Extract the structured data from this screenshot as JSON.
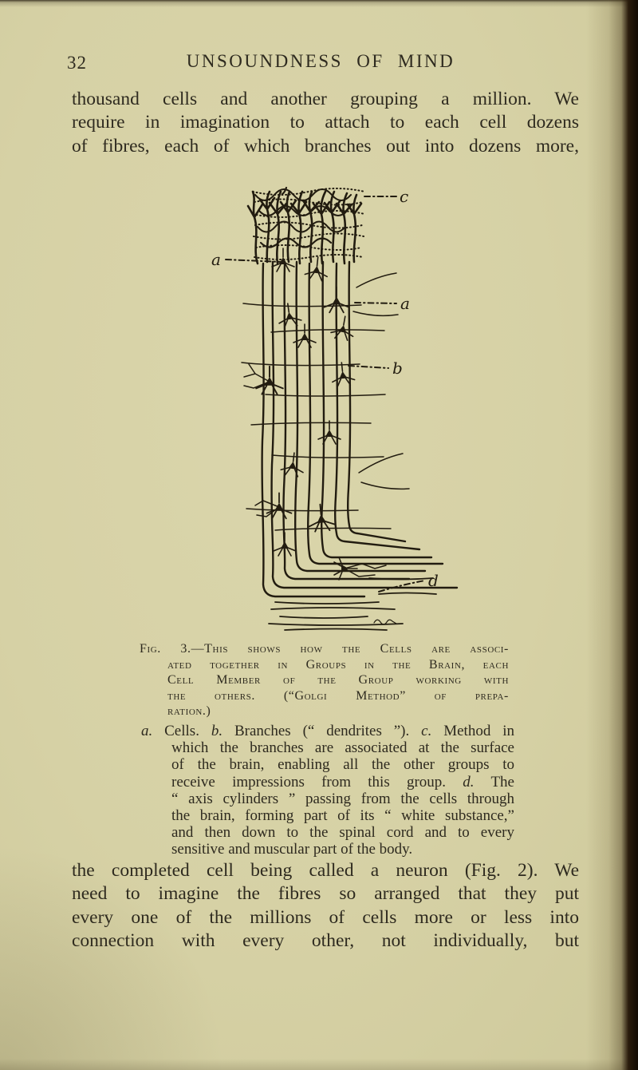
{
  "header": {
    "page_number": "32",
    "running_title": "UNSOUNDNESS OF MIND"
  },
  "paragraph_top": {
    "lines": [
      "thousand cells and another grouping a million.  We",
      "require in imagination to attach to each cell dozens",
      "of fibres, each of which branches out into dozens more,"
    ]
  },
  "figure": {
    "labels": {
      "a_left": "a",
      "a_right": "a",
      "b": "b",
      "c": "c",
      "d": "d"
    },
    "caption_lines": [
      "Fig. 3.—This shows how the Cells are associ-",
      "ated together in Groups in the Brain, each",
      "Cell Member of the Group working with",
      "the others.  (“Golgi Method” of prepa-",
      "ration.)"
    ],
    "legend": {
      "line1": [
        {
          "t": "a."
        },
        {
          "t": " Cells.  "
        },
        {
          "t": "b."
        },
        {
          "t": " Branches (“ dendrites ”).  "
        },
        {
          "t": "c."
        },
        {
          "t": " Method in"
        }
      ],
      "line2": "which the branches are associated at the surface",
      "line3": "of the brain, enabling all the other groups to",
      "line4": [
        {
          "t": "receive impressions from this group.  "
        },
        {
          "t": "d."
        },
        {
          "t": " The"
        }
      ],
      "line5": "“ axis cylinders ” passing from the cells through",
      "line6": "the brain, forming part of its “ white substance,”",
      "line7": "and then down to the spinal cord and to every",
      "line8": "sensitive and muscular part of the body."
    }
  },
  "paragraph_bottom": {
    "lines": [
      "the completed cell being called a neuron (Fig. 2).  We",
      "need to imagine the fibres so arranged that they put",
      "every one of the millions of cells more or less into",
      "connection with every other, not individually, but"
    ]
  },
  "colors": {
    "paper": "#d6d1a5",
    "ink": "#2e2a1f",
    "figure_ink": "#221c10",
    "page_edge_dark": "#120b03",
    "page_edge_mid": "#b9b289"
  }
}
